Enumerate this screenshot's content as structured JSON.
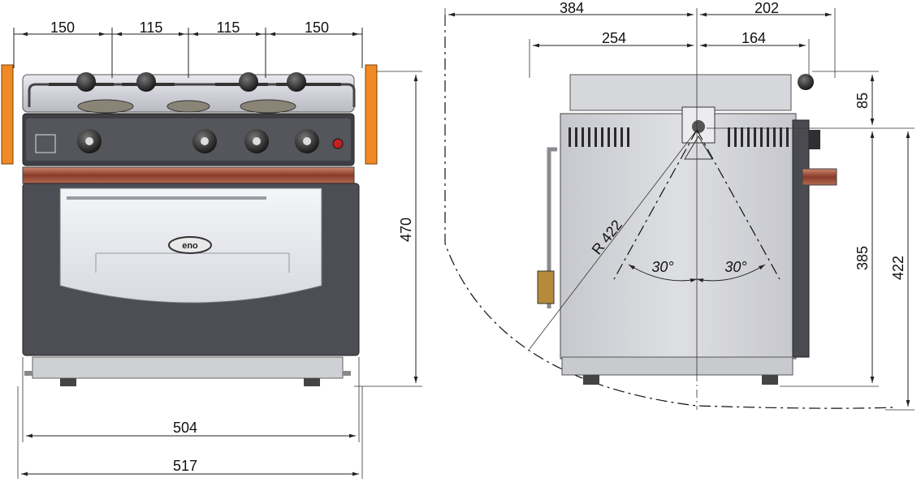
{
  "front_view": {
    "burner_spacing": [
      "150",
      "115",
      "115",
      "150"
    ],
    "height": "470",
    "width_inner": "504",
    "width_outer": "517",
    "brand_badge": "eno"
  },
  "side_view": {
    "depth_top_left": "384",
    "depth_top_right": "202",
    "depth_left": "254",
    "depth_right": "164",
    "height_top": "85",
    "height_body": "385",
    "height_total": "422",
    "radius": "R 422",
    "angle_left": "30°",
    "angle_right": "30°"
  }
}
